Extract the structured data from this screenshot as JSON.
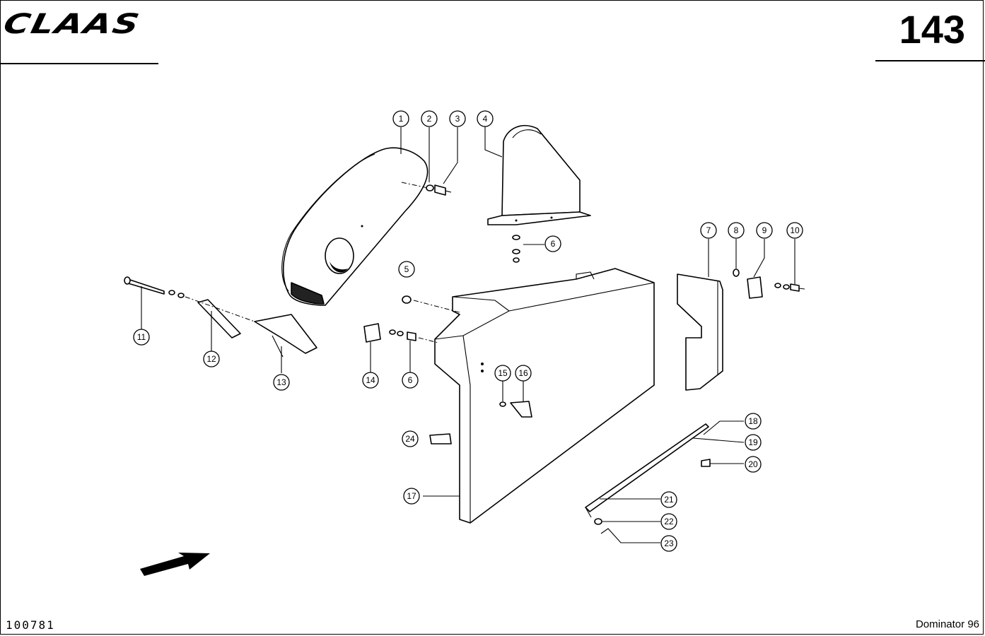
{
  "header": {
    "brand": "CLAAS",
    "page_number": "143"
  },
  "footer": {
    "doc_code": "100781",
    "model": "Dominator 96"
  },
  "callouts": [
    "1",
    "2",
    "3",
    "4",
    "5",
    "6",
    "6",
    "7",
    "8",
    "9",
    "10",
    "11",
    "12",
    "13",
    "14",
    "15",
    "16",
    "17",
    "18",
    "19",
    "20",
    "21",
    "22",
    "23",
    "24"
  ]
}
